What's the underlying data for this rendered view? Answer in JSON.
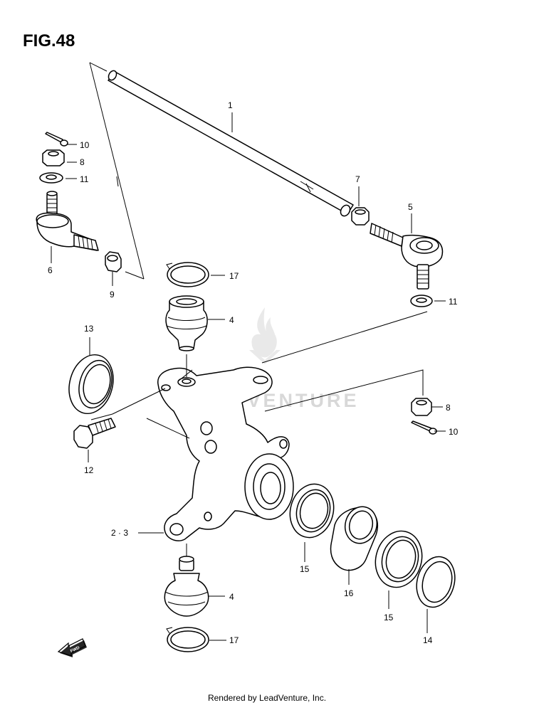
{
  "figure": {
    "title": "FIG.48",
    "footer": "Rendered by LeadVenture, Inc.",
    "watermark": "LEADVENTURE",
    "fwd_label": "FWD"
  },
  "callouts": {
    "p1": "1",
    "p23": "2 · 3",
    "p4a": "4",
    "p4b": "4",
    "p5": "5",
    "p6": "6",
    "p7": "7",
    "p8a": "8",
    "p8b": "8",
    "p9": "9",
    "p10a": "10",
    "p10b": "10",
    "p11a": "11",
    "p11b": "11",
    "p12": "12",
    "p13": "13",
    "p14": "14",
    "p15a": "15",
    "p15b": "15",
    "p16": "16",
    "p17a": "17",
    "p17b": "17"
  }
}
